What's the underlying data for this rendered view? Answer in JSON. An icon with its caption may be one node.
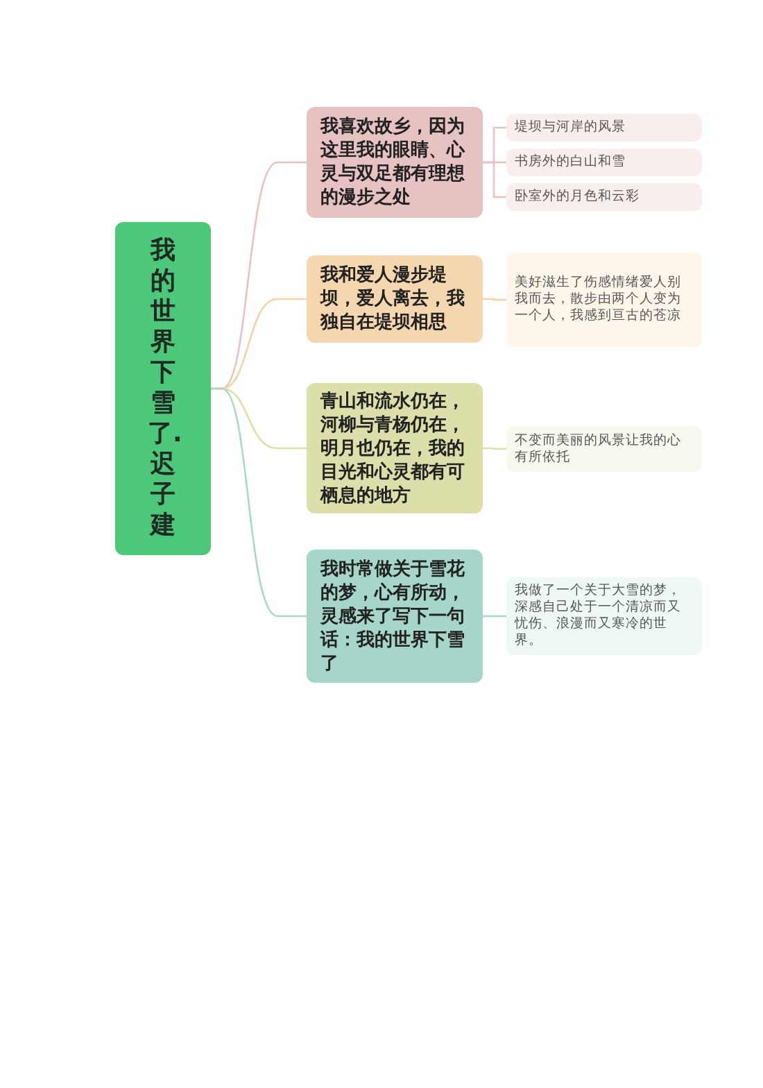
{
  "diagram": {
    "nodes": [
      {
        "text": [
          "我的世界下雪了.迟子建"
        ]
      },
      {
        "text": [
          "我喜欢故乡，因为这里我的眼睛、心灵与双足都有理想的漫步之处"
        ]
      },
      {
        "text": [
          "堤坝与河岸的风景"
        ]
      },
      {
        "text": [
          "书房外的白山和雪"
        ]
      },
      {
        "text": [
          "卧室外的月色和云彩"
        ]
      },
      {
        "text": [
          "我和爱人漫步堤坝，爱人离去，我独自在堤坝相思"
        ]
      },
      {
        "text": [
          "美好滋生了伤感情绪爱人别我而去，散步由两个人变为一个人，我感到亘古的苍凉"
        ]
      },
      {
        "text": [
          "青山和流水仍在，河柳与青杨仍在，明月也仍在，我的目光和心灵都有可栖息的地方"
        ]
      },
      {
        "text": [
          "不变而美丽的风景让我的心有所依托"
        ]
      },
      {
        "text": [
          "我时常做关于雪花的梦，心有所动，灵感来了写下一句话：我的世界下雪了"
        ]
      },
      {
        "text": [
          "我做了一个关于大雪的梦，深感自己处于一个清凉而又忧伤、浪漫而又寒冷的世界。"
        ]
      }
    ],
    "edges": [
      {
        "from": 0,
        "to": 1,
        "arrow": "none",
        "color": "#e8c2bf"
      },
      {
        "from": 0,
        "to": 5,
        "arrow": "none",
        "color": "#f2d3a6"
      },
      {
        "from": 0,
        "to": 7,
        "arrow": "none",
        "color": "#dfe0a8"
      },
      {
        "from": 0,
        "to": 9,
        "arrow": "none",
        "color": "#a9d8cb"
      },
      {
        "from": 1,
        "to": 2,
        "arrow": "none",
        "color": "#e8c2bf"
      },
      {
        "from": 1,
        "to": 3,
        "arrow": "none",
        "color": "#e8c2bf"
      },
      {
        "from": 1,
        "to": 4,
        "arrow": "none",
        "color": "#e8c2bf"
      },
      {
        "from": 5,
        "to": 6,
        "arrow": "none",
        "color": "#f2d3a6"
      },
      {
        "from": 7,
        "to": 8,
        "arrow": "none",
        "color": "#dfe0a8"
      },
      {
        "from": 9,
        "to": 10,
        "arrow": "none",
        "color": "#a9d8cb"
      }
    ]
  }
}
